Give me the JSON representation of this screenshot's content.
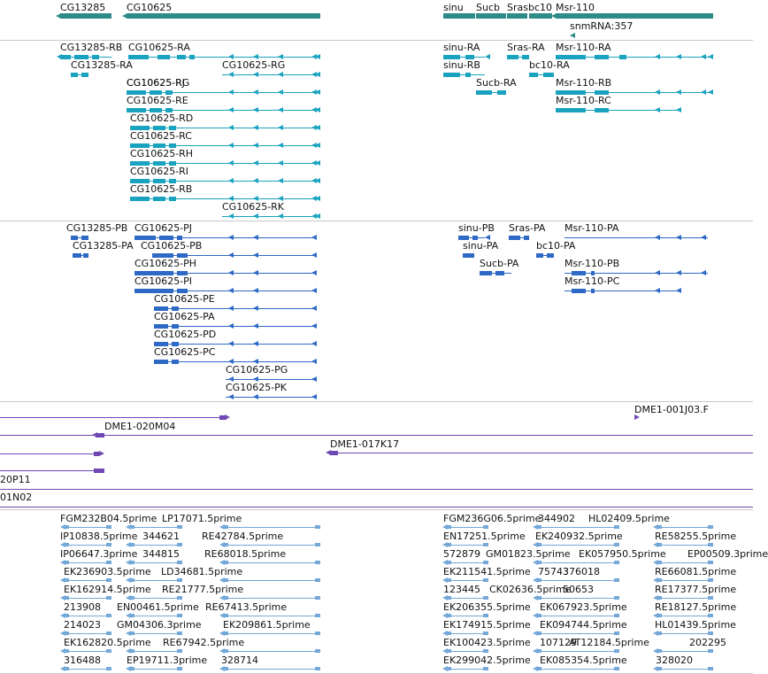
{
  "colors": {
    "gene": "#2e8b88",
    "rna": "#1aa3bf",
    "protein": "#2f69c6",
    "bac": "#6f48b4",
    "est": "#74a8d8",
    "divider": "#c8c8c8"
  },
  "gene_track": {
    "labels": [
      "CG13285",
      "CG10625",
      "sinu",
      "Sucb",
      "Srasbc10",
      "Msr-110",
      "snmRNA:357"
    ]
  },
  "rna_track": {
    "labels": [
      "CG13285-RB",
      "CG10625-RA",
      "CG13285-RA",
      "CG10625-RG",
      "CG10625-RJ",
      "CG10625-RE",
      "CG10625-RD",
      "CG10625-RC",
      "CG10625-RH",
      "CG10625-RI",
      "CG10625-RB",
      "CG10625-RK",
      "sinu-RA",
      "Sras-RA",
      "Msr-110-RA",
      "sinu-RB",
      "bc10-RA",
      "Sucb-RA",
      "Msr-110-RB",
      "Msr-110-RC"
    ]
  },
  "protein_track": {
    "labels": [
      "CG13285-PB",
      "CG10625-PJ",
      "CG13285-PA",
      "CG10625-PB",
      "CG10625-PH",
      "CG10625-PI",
      "CG10625-PE",
      "CG10625-PA",
      "CG10625-PD",
      "CG10625-PC",
      "CG10625-PG",
      "CG10625-PK",
      "sinu-PB",
      "Sras-PA",
      "Msr-110-PA",
      "sinu-PA",
      "bc10-PA",
      "Sucb-PA",
      "Msr-110-PB",
      "Msr-110-PC"
    ]
  },
  "bac_track": {
    "labels": [
      "DME1-001J03.F",
      "DME1-020M04",
      "DME1-017K17",
      "20P11",
      "01N02"
    ]
  },
  "est_track": {
    "labels": [
      "FGM232B04.5prime",
      "LP17071.5prime",
      "IP10838.5prime",
      "344621",
      "RE42784.5prime",
      "IP06647.3prime",
      "344815",
      "RE68018.5prime",
      "EK236903.5prime",
      "LD34681.5prime",
      "EK162914.5prime",
      "RE21777.5prime",
      "213908",
      "EN00461.5prime",
      "RE67413.5prime",
      "214023",
      "GM04306.3prime",
      "EK209861.5prime",
      "EK162820.5prime",
      "RE67942.5prime",
      "316488",
      "EP19711.3prime",
      "328714",
      "FGM236G06.5prime",
      "344902",
      "HL02409.5prime",
      "EN17251.5prime",
      "EK240932.5prime",
      "RE58255.5prime",
      "572879",
      "GM01823.5prime",
      "EK057950.5prime",
      "EP00509.3prime",
      "EK211541.5prime",
      "75743",
      "376018",
      "RE66081.5prime",
      "123445",
      "CK02636.5prime",
      "50653",
      "RE17377.5prime",
      "EK206355.5prime",
      "EK067923.5prime",
      "RE18127.5prime",
      "EK174915.5prime",
      "EK094744.5prime",
      "HL01439.5prime",
      "EK100423.5prime",
      "107129",
      "AT12184.5prime",
      "202295",
      "EK299042.5prime",
      "EK085354.5prime",
      "328020"
    ]
  }
}
